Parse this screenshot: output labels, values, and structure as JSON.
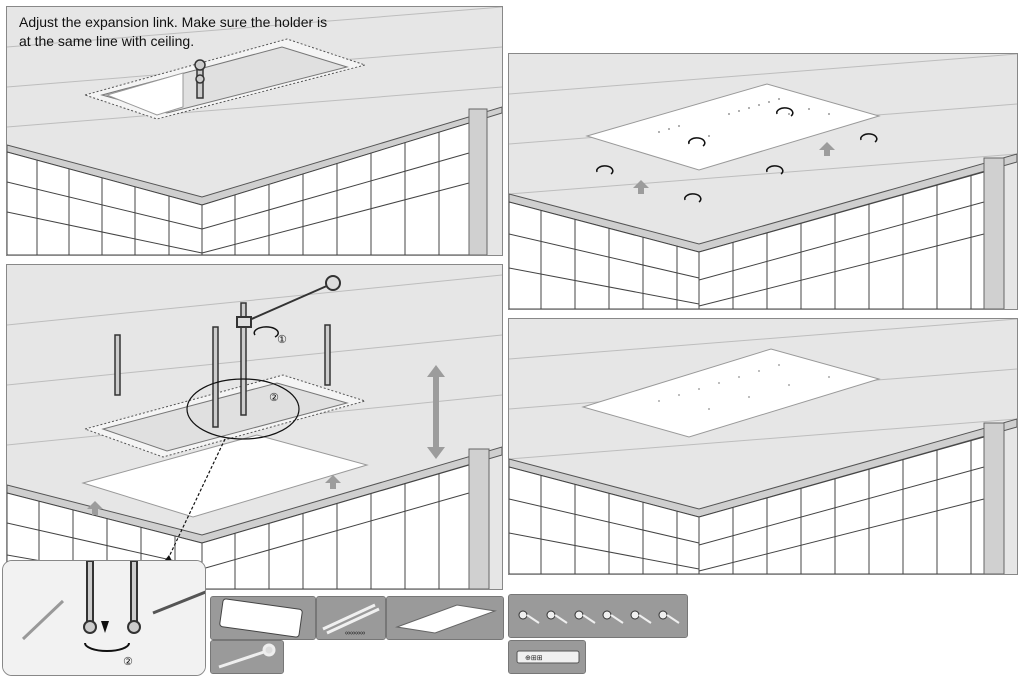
{
  "caption": "Adjust the expansion link. Make sure the holder is\nat the same line with ceiling.",
  "step_markers": {
    "one": "①",
    "two": "②"
  },
  "thumb_labels": {
    "rod": "∞∞∞∞",
    "screw": "⊕⊞⊞"
  },
  "icons": [
    "wrench-icon",
    "rotate-arrow-icon",
    "up-arrow-icon",
    "down-arrow-icon",
    "double-arrow-icon"
  ],
  "colors": {
    "ceiling": "#e8e8e8",
    "wall": "#ffffff",
    "tile_line": "#444444",
    "arrow_gray": "#9c9c9c",
    "thumb_bg": "#9a9a9a"
  }
}
